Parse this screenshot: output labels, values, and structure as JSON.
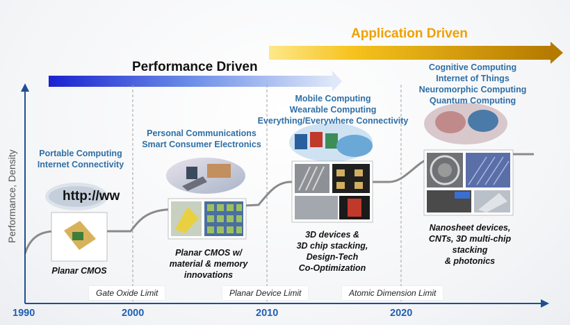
{
  "axis": {
    "y_label": "Performance, Density",
    "years": [
      "1990",
      "2000",
      "2010",
      "2020"
    ]
  },
  "phases": {
    "performance": "Performance Driven",
    "application": "Application Driven"
  },
  "limits": [
    "Gate Oxide Limit",
    "Planar Device Limit",
    "Atomic Dimension Limit"
  ],
  "eras": [
    {
      "apps": [
        "Portable Computing",
        "Internet Connectivity"
      ],
      "tech": [
        "Planar CMOS"
      ],
      "logo_text": "http://ww"
    },
    {
      "apps": [
        "Personal Communications",
        "Smart Consumer Electronics"
      ],
      "tech": [
        "Planar CMOS w/",
        "material & memory",
        "innovations"
      ]
    },
    {
      "apps": [
        "Mobile Computing",
        "Wearable Computing",
        "Everything/Everywhere Connectivity"
      ],
      "tech": [
        "3D devices &",
        "3D chip stacking,",
        "Design-Tech",
        "Co-Optimization"
      ]
    },
    {
      "apps": [
        "Cognitive Computing",
        "Internet of Things",
        "Neuromorphic Computing",
        "Quantum Computing"
      ],
      "tech": [
        "Nanosheet devices,",
        "CNTs, 3D multi-chip",
        "stacking",
        "& photonics"
      ]
    }
  ],
  "colors": {
    "perf_arrow": "#1a2bd6",
    "app_arrow": "#f0a000",
    "axis": "#1d4f91",
    "app_text": "#2f6fa6"
  }
}
